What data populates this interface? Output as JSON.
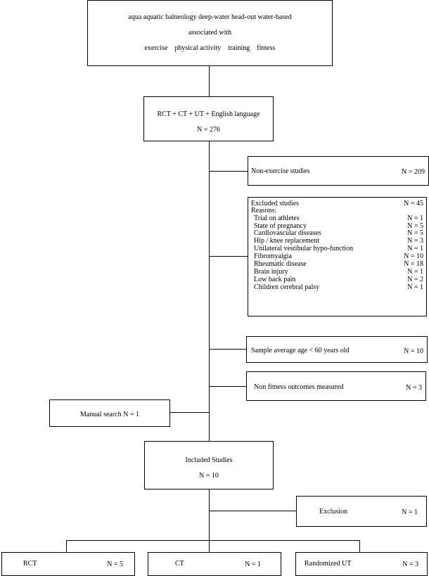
{
  "search_box": {
    "line1": "aqua aquatic balneology deep-water head-out water-based",
    "line2": "associated with",
    "terms": [
      "exercise",
      "physical activity",
      "training",
      "fitness"
    ]
  },
  "screen_box": {
    "line1": "RCT + CT + UT + English language",
    "line2": "N = 276"
  },
  "non_exercise": {
    "label": "Non-exercise studies",
    "n": "N = 209"
  },
  "excluded": {
    "title": "Excluded studies",
    "n": "N = 45",
    "reasons_label": "Reasons:",
    "reasons": [
      {
        "label": "Trial on athletes",
        "n": "N = 1"
      },
      {
        "label": "State of pregnancy",
        "n": "N = 5"
      },
      {
        "label": "Cardiovascular diseases",
        "n": "N = 5"
      },
      {
        "label": "Hip / knee replacement",
        "n": "N = 3"
      },
      {
        "label": "Unilateral vestibular hypo-function",
        "n": "N = 1"
      },
      {
        "label": "Fibromyalgia",
        "n": "N = 10"
      },
      {
        "label": "Rheumatic disease",
        "n": "N = 18"
      },
      {
        "label": "Brain injury",
        "n": "N = 1"
      },
      {
        "label": "Low back pain",
        "n": "N = 2"
      },
      {
        "label": "Children cerebral palsy",
        "n": "N = 1"
      }
    ]
  },
  "age": {
    "label": "Sample average age < 60 years old",
    "n": "N = 10"
  },
  "non_fitness": {
    "label": "Non fitness outcomes measured",
    "n": "N = 3"
  },
  "manual": {
    "label": "Manual search N = 1"
  },
  "included": {
    "line1": "Included Studies",
    "line2": "N = 10"
  },
  "exclusion": {
    "label": "Exclusion",
    "n": "N = 1"
  },
  "rct": {
    "label": "RCT",
    "n": "N = 5"
  },
  "ct": {
    "label": "CT",
    "n": "N =  1"
  },
  "rut": {
    "label": "Randomized UT",
    "n": "N = 3"
  }
}
